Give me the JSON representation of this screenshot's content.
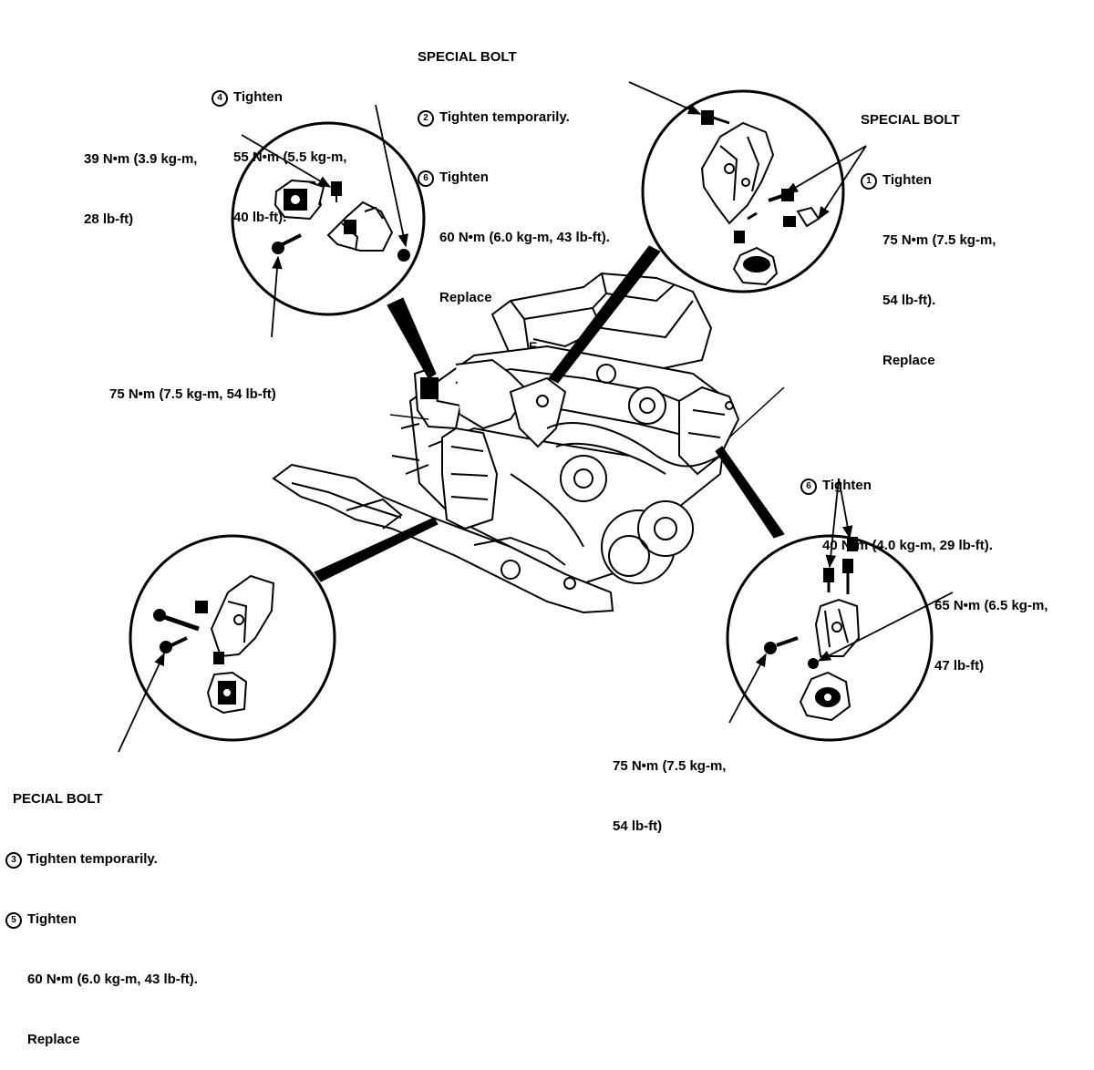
{
  "top_left_tighten": {
    "step": "4",
    "action": "Tighten",
    "line1": "55 N•m (5.5 kg-m,",
    "line2": "40 lb-ft)."
  },
  "left_torque": {
    "line1": "39 N•m (3.9 kg-m,",
    "line2": "28 lb-ft)"
  },
  "left_bottom_torque": {
    "text": "75 N•m (7.5 kg-m, 54 lb-ft)"
  },
  "top_center_special_bolt": {
    "title": "SPECIAL BOLT",
    "step_a": "2",
    "action_a": "Tighten temporarily.",
    "step_b": "6",
    "action_b": "Tighten",
    "line1": "60 N•m (6.0 kg-m, 43 lb-ft).",
    "line2": "Replace"
  },
  "top_right_special_bolt": {
    "title": "SPECIAL BOLT",
    "step": "1",
    "action": "Tighten",
    "line1": "75 N•m (7.5 kg-m,",
    "line2": "54 lb-ft).",
    "line3": "Replace"
  },
  "right_tighten": {
    "step": "6",
    "action": "Tighten",
    "line1": "40 N•m (4.0 kg-m, 29 lb-ft)."
  },
  "right_torque": {
    "line1": "65 N•m (6.5 kg-m,",
    "line2": "47 lb-ft)"
  },
  "bottom_right_torque": {
    "line1": "75 N•m (7.5 kg-m,",
    "line2": "54 lb-ft)"
  },
  "bottom_left_special_bolt": {
    "title": "PECIAL BOLT",
    "step_a": "3",
    "action_a": "Tighten temporarily.",
    "step_b": "5",
    "action_b": "Tighten",
    "line1": "60 N•m (6.0 kg-m, 43 lb-ft).",
    "line2": "Replace"
  }
}
